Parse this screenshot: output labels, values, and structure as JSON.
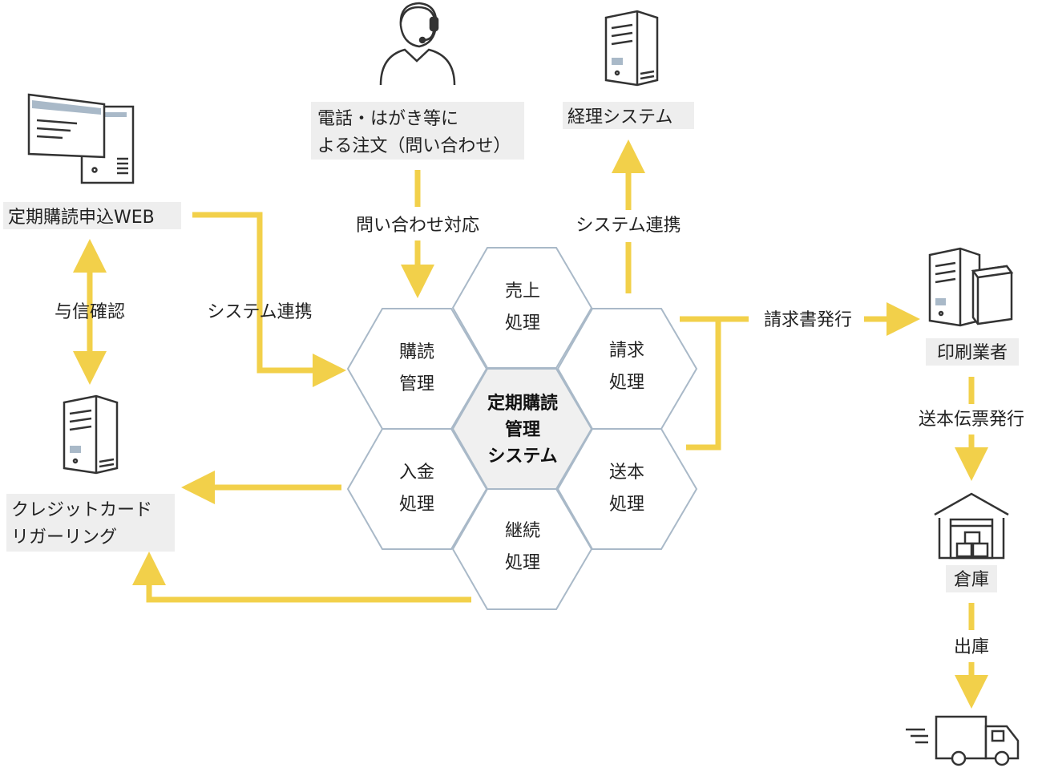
{
  "colors": {
    "arrow": "#f2d04a",
    "hex_stroke": "#a9b9c8",
    "center_fill": "#f0f0f0",
    "box_fill": "#eeeeee",
    "icon_stroke": "#333333"
  },
  "center": {
    "lines": [
      "定期購読",
      "管理",
      "システム"
    ]
  },
  "cells": {
    "sales": [
      "売上",
      "処理"
    ],
    "subscription": [
      "購読",
      "管理"
    ],
    "billing": [
      "請求",
      "処理"
    ],
    "payment": [
      "入金",
      "処理"
    ],
    "shipping": [
      "送本",
      "処理"
    ],
    "continuation": [
      "継続",
      "処理"
    ]
  },
  "boxes": {
    "web": "定期購読申込WEB",
    "phone": [
      "電話・はがき等に",
      "よる注文（問い合わせ）"
    ],
    "accounting": "経理システム",
    "printer": "印刷業者",
    "credit": [
      "クレジットカード",
      "リガーリング"
    ],
    "warehouse": "倉庫"
  },
  "flows": {
    "credit_check": "与信確認",
    "system_link_left": "システム連携",
    "inquiry": "問い合わせ対応",
    "system_link_top": "システム連携",
    "invoice": "請求書発行",
    "delivery_slip": "送本伝票発行",
    "dispatch": "出庫"
  },
  "icons": [
    "web-terminal-icon",
    "operator-headset-icon",
    "server-icon",
    "printer-server-icon",
    "warehouse-icon",
    "delivery-truck-icon"
  ]
}
